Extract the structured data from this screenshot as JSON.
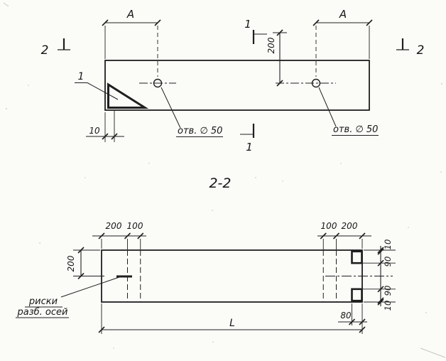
{
  "plan_view": {
    "dim_a_left": "A",
    "dim_a_right": "A",
    "section1_top_label": "1",
    "section1_bottom_label": "1",
    "section2_left_label": "2",
    "section2_right_label": "2",
    "detail_callout": "1",
    "dim_200_vertical": "200",
    "hole_note_left": "отв. ∅ 50",
    "hole_note_right": "отв. ∅ 50",
    "dim_10": "10"
  },
  "section_view": {
    "title": "2-2",
    "dims_top_left": [
      "200",
      "100"
    ],
    "dims_top_right": [
      "100",
      "200"
    ],
    "dim_200_left": "200",
    "axis_note_line1": "риски",
    "axis_note_line2": "разб. осей",
    "dims_right": [
      "10",
      "90",
      "90",
      "10"
    ],
    "dim_80": "80",
    "dim_length": "L"
  }
}
